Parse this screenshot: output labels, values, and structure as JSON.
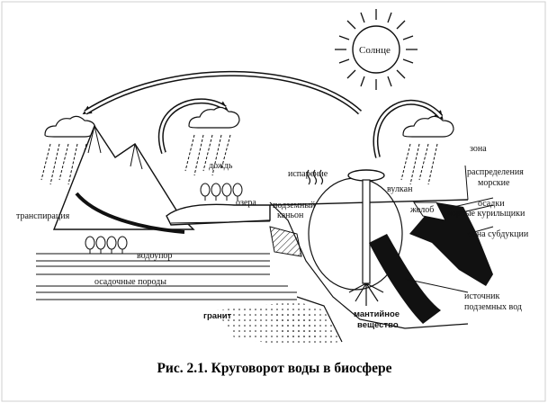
{
  "labels": {
    "sun": "Солнце",
    "rain": "дождь",
    "evaporation": "испарение",
    "lakes": "озера",
    "underground_canyon_1": "подземный",
    "underground_canyon_2": "каньон",
    "volcano": "вулкан",
    "transpiration": "транспирация",
    "aquitard": "водоупор",
    "sedimentary_rocks": "осадочные породы",
    "granite": "гранит",
    "mantle_1": "мантийное",
    "mantle_2": "вещество",
    "groundwater_source_1": "источник",
    "groundwater_source_2": "подземных вод",
    "zone_1": "зона",
    "zone_2": "распределения",
    "marine_1": "морские",
    "marine_2": "осадки",
    "trench": "желоб",
    "black_smokers": "черные курильщики",
    "subduction_zone": "зона субдукции"
  },
  "caption": "Рис. 2.1. Круговорот воды в биосфере",
  "colors": {
    "ink": "#111111",
    "background": "#ffffff"
  }
}
